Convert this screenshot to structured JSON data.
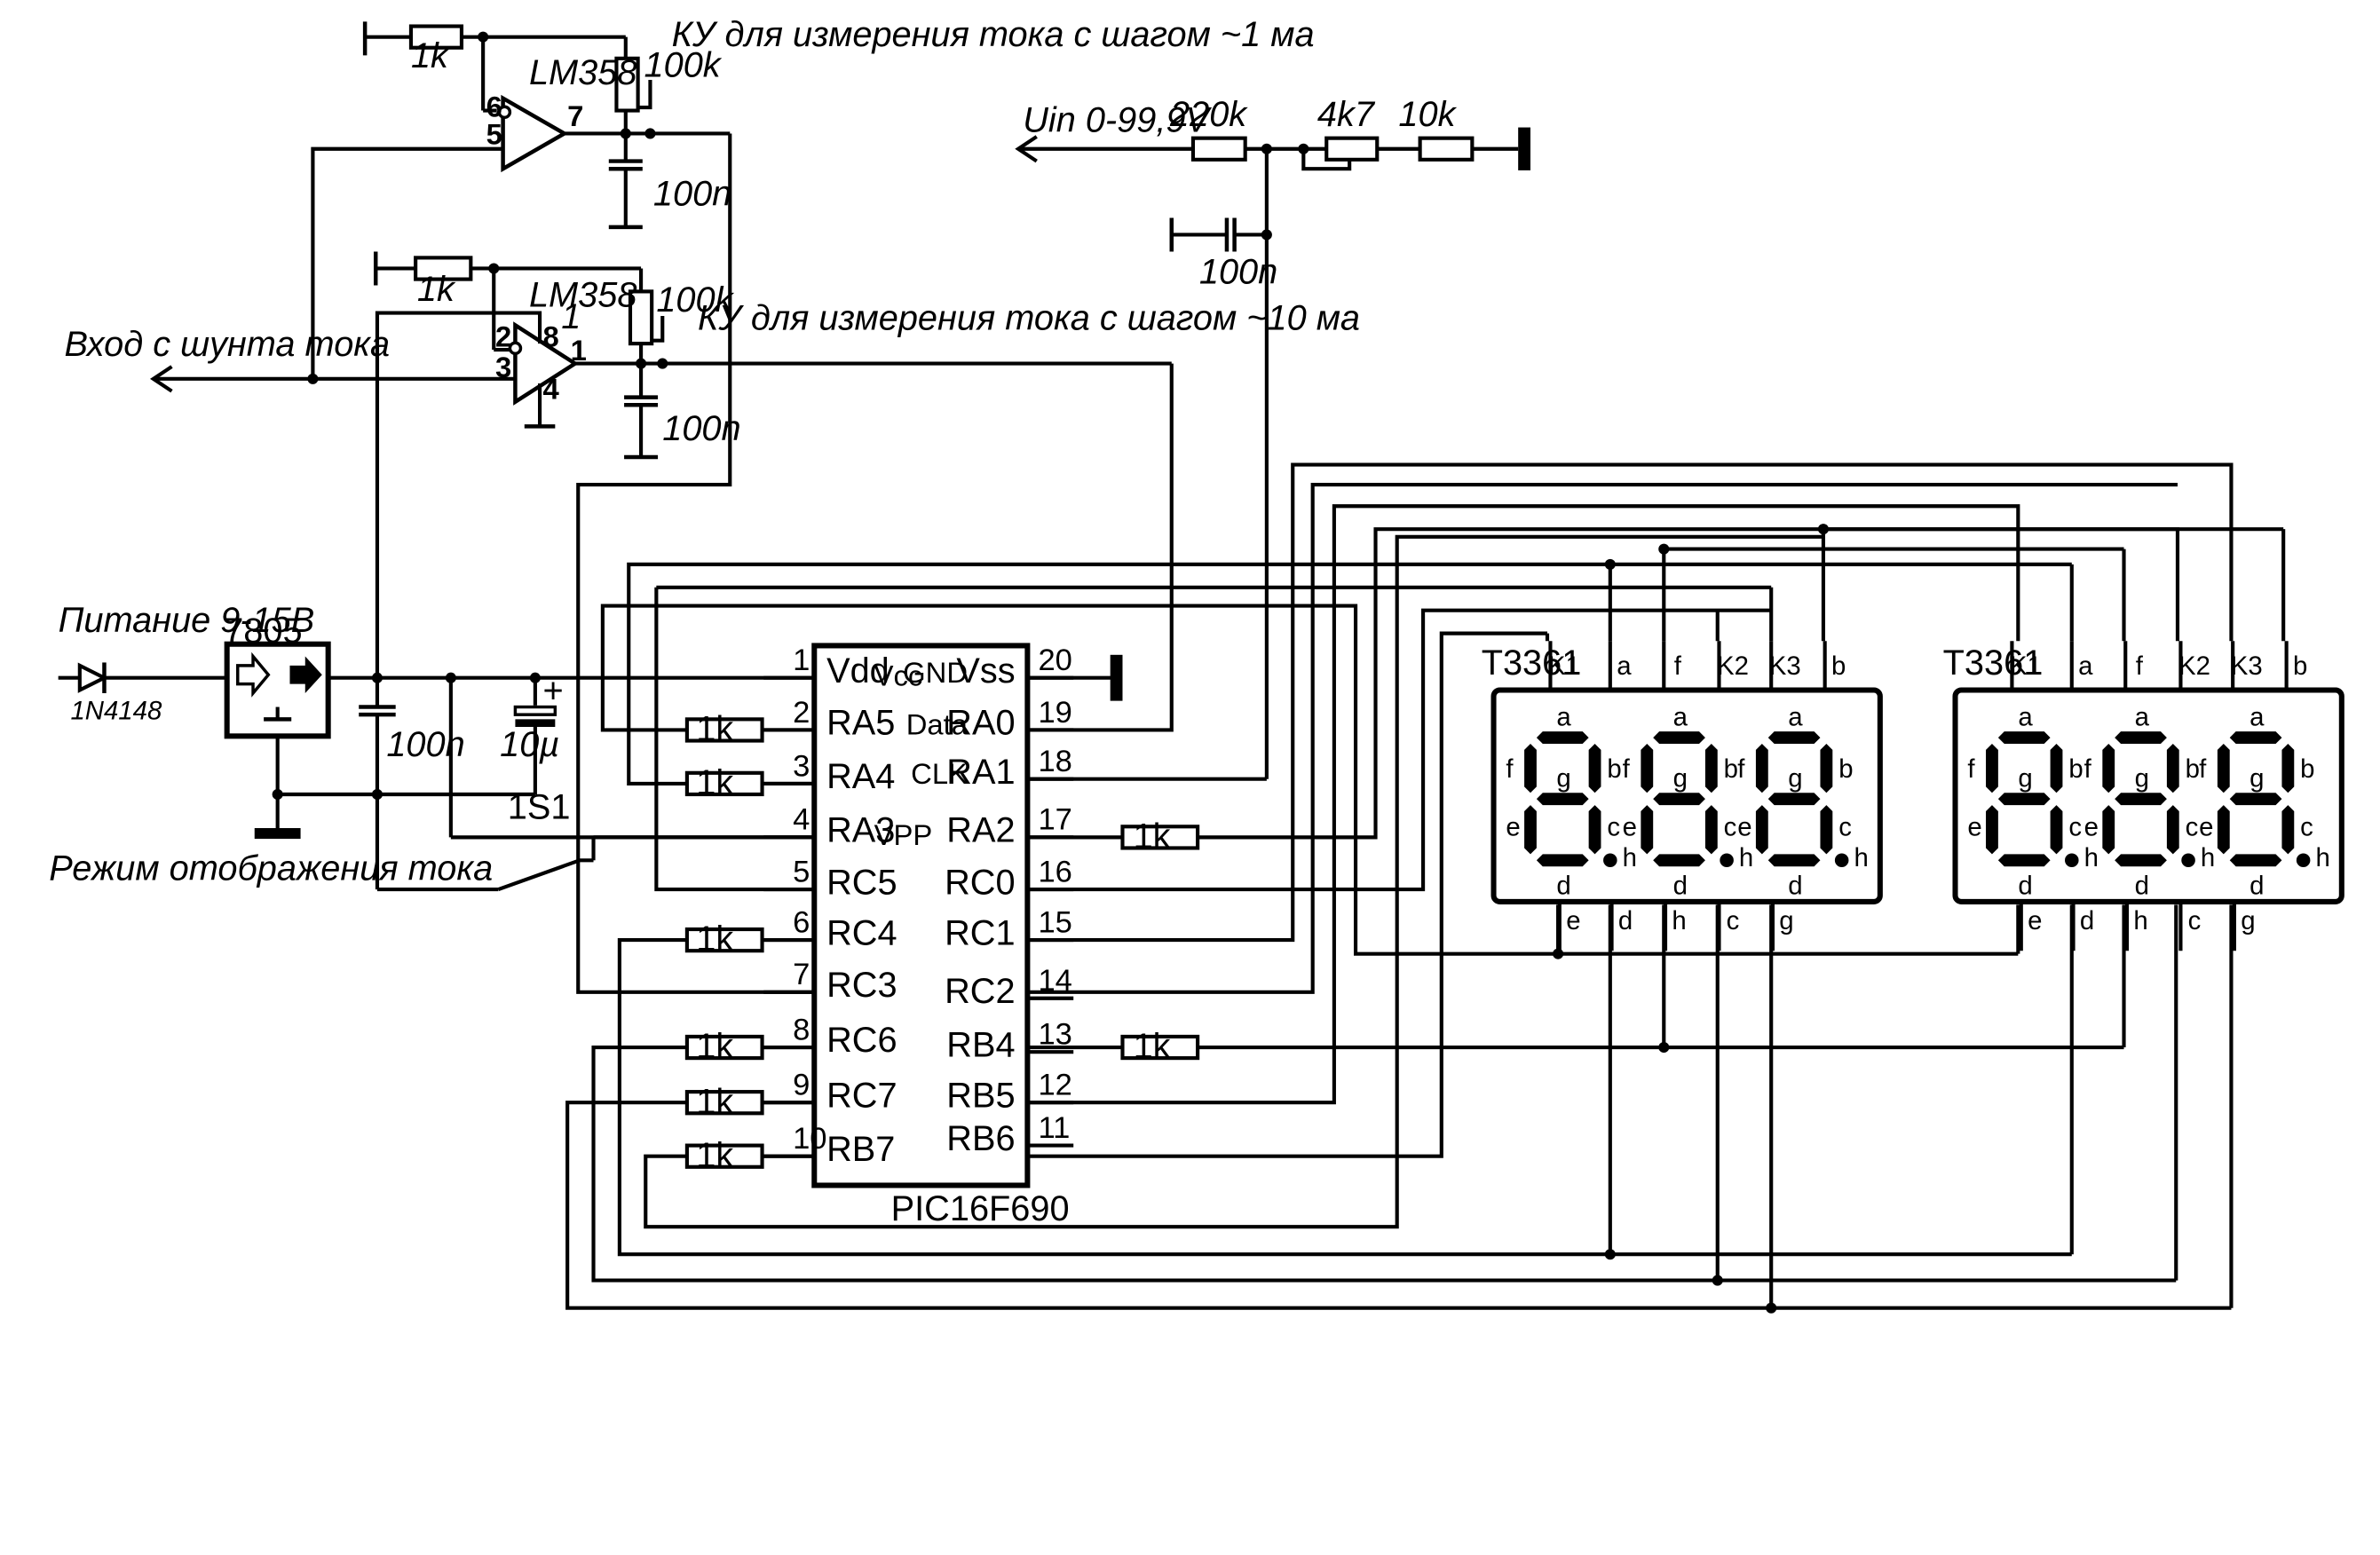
{
  "labels": {
    "ku_1ma": "КУ для измерения тока с шагом ~1 ма",
    "ku_10ma": "КУ для измерения тока с шагом ~10 ма",
    "shunt_input": "Вход с шунта тока",
    "uin": "Uin 0-99,9V",
    "power": "Питание 9-15В",
    "mode": "Режим отображения тока"
  },
  "components": {
    "opamp_top": "LM358",
    "opamp_bottom": "LM358",
    "opamp_bottom_unit": "1",
    "r_top_in": "1k",
    "r_top_fb": "100k",
    "c_top": "100n",
    "r_bot_in": "1k",
    "r_bot_fb": "100k",
    "c_bot": "100n",
    "r_div1": "220k",
    "r_div_trim": "4k7",
    "r_div2": "10k",
    "c_div": "100n",
    "regulator": "7805",
    "diode": "1N4148",
    "c_supply": "100n",
    "c_elec": "10µ",
    "switch": "1S1",
    "mcu": "PIC16F690",
    "r_1k": "1k",
    "display_left": "T3361",
    "display_right": "T3361"
  },
  "opamp_pins": {
    "top": {
      "inv": "6",
      "noninv": "5",
      "out": "7"
    },
    "bottom": {
      "inv": "2",
      "noninv": "3",
      "out": "1",
      "vcc": "8",
      "gnd": "4"
    }
  },
  "mcu_pins": {
    "left": [
      {
        "num": "1",
        "name": "Vdd",
        "extra": "Vcc"
      },
      {
        "num": "2",
        "name": "RA5",
        "extra": ""
      },
      {
        "num": "3",
        "name": "RA4",
        "extra": ""
      },
      {
        "num": "4",
        "name": "RA3",
        "extra": "VPP"
      },
      {
        "num": "5",
        "name": "RC5",
        "extra": ""
      },
      {
        "num": "6",
        "name": "RC4",
        "extra": ""
      },
      {
        "num": "7",
        "name": "RC3",
        "extra": ""
      },
      {
        "num": "8",
        "name": "RC6",
        "extra": ""
      },
      {
        "num": "9",
        "name": "RC7",
        "extra": ""
      },
      {
        "num": "10",
        "name": "RB7",
        "extra": ""
      }
    ],
    "right": [
      {
        "num": "20",
        "name": "Vss",
        "extra": "GND"
      },
      {
        "num": "19",
        "name": "RA0",
        "extra": "Data"
      },
      {
        "num": "18",
        "name": "RA1",
        "extra": "CLK"
      },
      {
        "num": "17",
        "name": "RA2",
        "extra": ""
      },
      {
        "num": "16",
        "name": "RC0",
        "extra": ""
      },
      {
        "num": "15",
        "name": "RC1",
        "extra": ""
      },
      {
        "num": "14",
        "name": "RC2",
        "extra": ""
      },
      {
        "num": "13",
        "name": "RB4",
        "extra": ""
      },
      {
        "num": "12",
        "name": "RB5",
        "extra": ""
      },
      {
        "num": "11",
        "name": "RB6",
        "extra": ""
      }
    ]
  },
  "display_pins": {
    "top": [
      "K1",
      "a",
      "f",
      "K2",
      "K3",
      "b"
    ],
    "bottom": [
      "e",
      "d",
      "h",
      "c",
      "g"
    ]
  },
  "segment_letters": {
    "a": "a",
    "b": "b",
    "c": "c",
    "d": "d",
    "e": "e",
    "f": "f",
    "g": "g",
    "h": "h"
  },
  "polarity_plus": "+"
}
